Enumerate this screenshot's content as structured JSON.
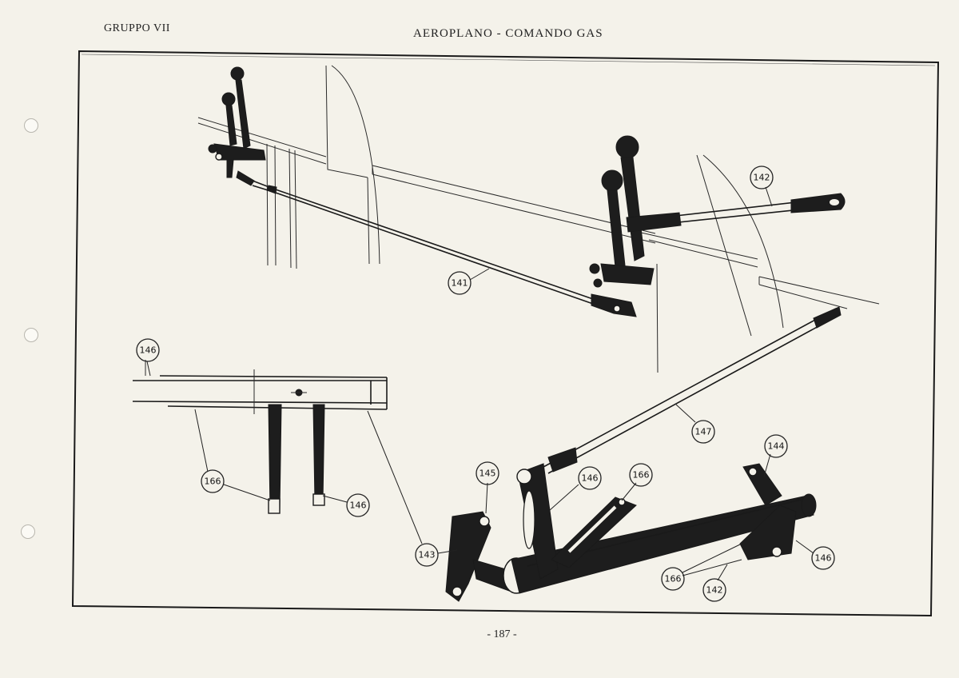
{
  "header": {
    "group": "GRUPPO VII",
    "title": "AEROPLANO - COMANDO GAS"
  },
  "footer": {
    "page_number": "- 187 -"
  },
  "callouts": {
    "c141": "141",
    "c142_top": "142",
    "c146_section": "146",
    "c166_section": "166",
    "c146_section_lower": "146",
    "c147": "147",
    "c145": "145",
    "c146_mid": "146",
    "c166_mid": "166",
    "c144": "144",
    "c143": "143",
    "c166_low": "166",
    "c142_low": "142",
    "c146_right": "146"
  }
}
